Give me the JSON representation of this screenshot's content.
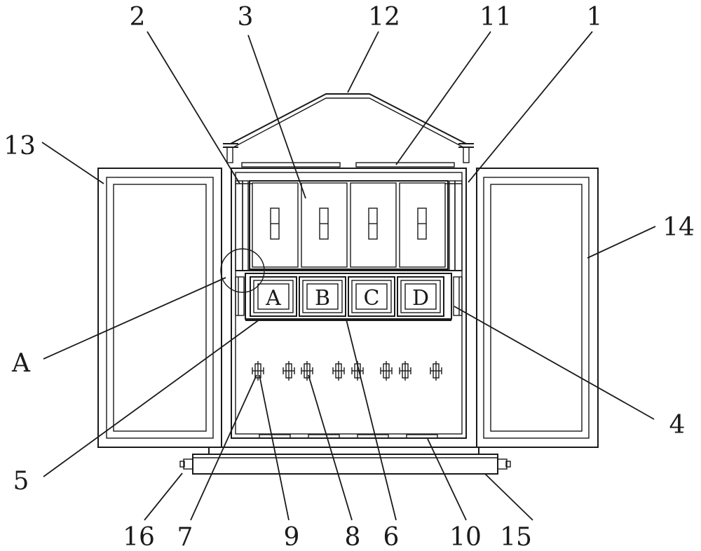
{
  "labels": {
    "l1": "1",
    "l2": "2",
    "l3": "3",
    "l4": "4",
    "l5": "5",
    "l6": "6",
    "l7": "7",
    "l8": "8",
    "l9": "9",
    "l10": "10",
    "l11": "11",
    "l12": "12",
    "l13": "13",
    "l14": "14",
    "l15": "15",
    "l16": "16",
    "lA": "A"
  },
  "boxes": [
    "A",
    "B",
    "C",
    "D"
  ]
}
